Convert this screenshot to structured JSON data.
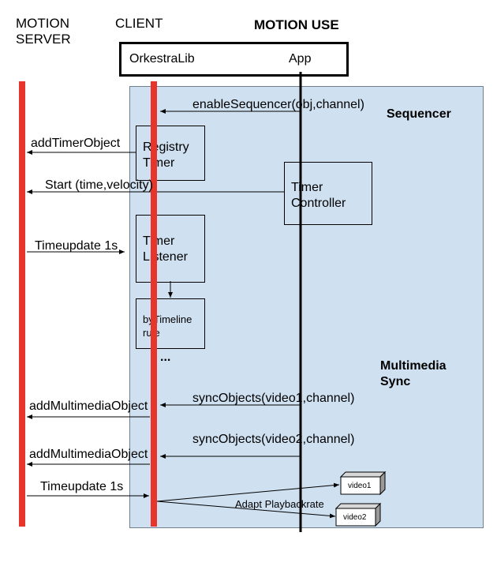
{
  "headers": {
    "motion_server": [
      "MOTION",
      "SERVER"
    ],
    "client": "CLIENT",
    "motion_use": "MOTION USE"
  },
  "topbox": {
    "left": "OrkestraLib",
    "right": "App"
  },
  "sections": {
    "sequencer": "Sequencer",
    "multimedia": [
      "Multimedia",
      "Sync"
    ]
  },
  "boxes": {
    "registry": [
      "Registry",
      "Timer"
    ],
    "listener": [
      "Timer",
      "Listener"
    ],
    "controller": [
      "Timer",
      "Controller"
    ],
    "timeline": [
      "byTimeline",
      "rule"
    ],
    "ellipsis": "..."
  },
  "messages": {
    "enable_sequencer": "enableSequencer(obj,channel)",
    "add_timer_object": "addTimerObject",
    "start": "Start (time,velocity)",
    "timeupdate_1": "Timeupdate 1s",
    "sync_objects_1": "syncObjects(video1,channel)",
    "add_multimedia_1": "addMultimediaObject",
    "sync_objects_2": "syncObjects(video2,channel)",
    "add_multimedia_2": "addMultimediaObject",
    "timeupdate_2": "Timeupdate 1s",
    "adapt": "Adapt Playbackrate"
  },
  "videos": {
    "video1": "video1",
    "video2": "video2"
  },
  "colors": {
    "lifeline_red": "#e8352b",
    "panel_blue": "#cfe0f1",
    "line": "#000000"
  }
}
